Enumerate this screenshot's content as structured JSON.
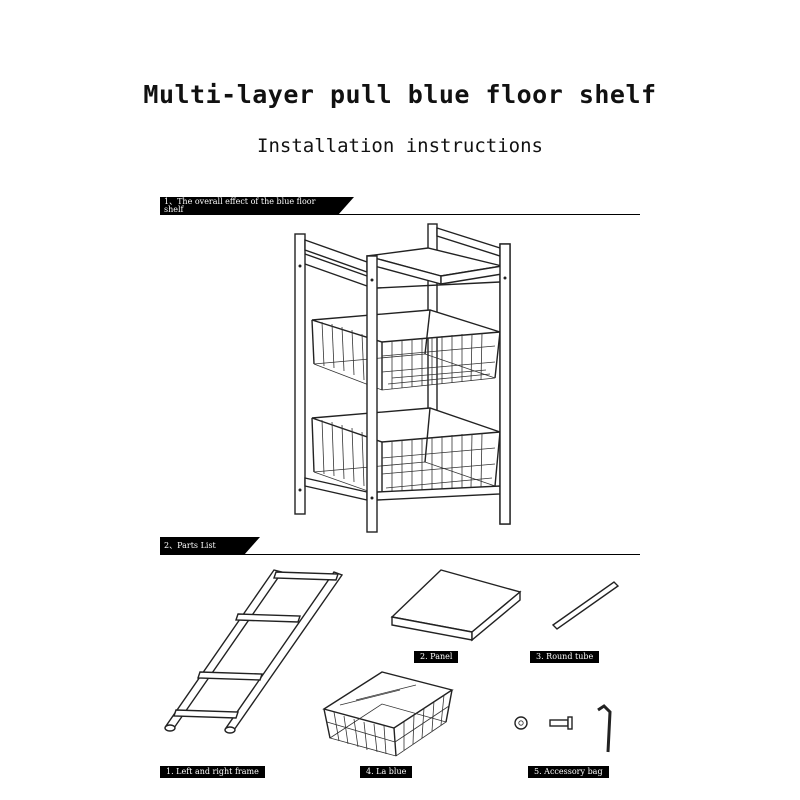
{
  "title": "Multi-layer pull blue floor shelf",
  "subtitle": "Installation instructions",
  "sections": [
    {
      "label": "1、The overall effect of the blue floor shelf"
    },
    {
      "label": "2、Parts List"
    }
  ],
  "parts": [
    {
      "label": "1. Left and right frame"
    },
    {
      "label": "2. Panel"
    },
    {
      "label": "3. Round tube"
    },
    {
      "label": "4. La blue"
    },
    {
      "label": "5. Accessory bag"
    }
  ]
}
